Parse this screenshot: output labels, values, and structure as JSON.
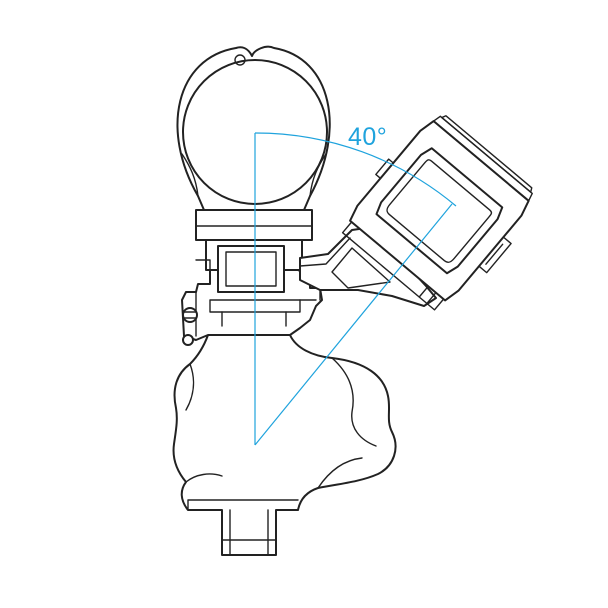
{
  "annotation": {
    "angle_label": "40°",
    "color": "#1fa3dd"
  },
  "line_color": "#222222",
  "components": [
    "scope-ring-mount",
    "offset-mount-arm",
    "red-dot-sight",
    "rifle-receiver"
  ]
}
